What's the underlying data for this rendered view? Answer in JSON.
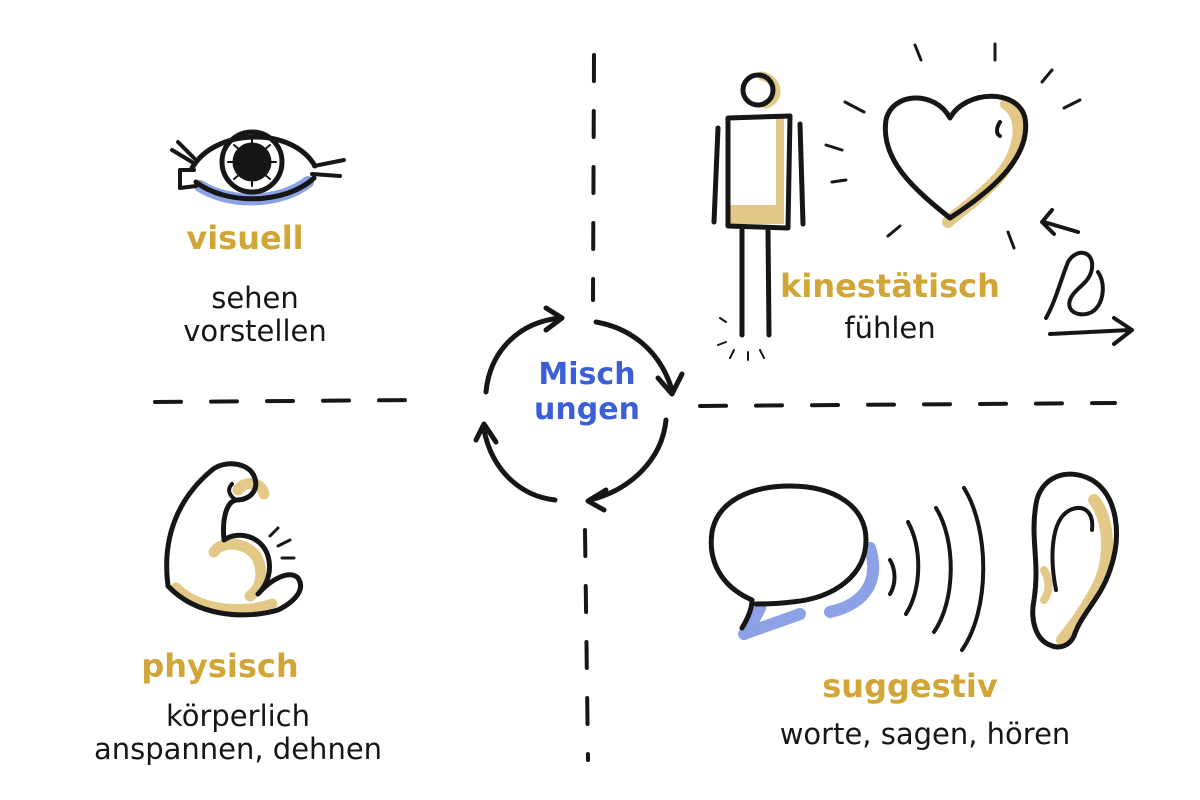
{
  "colors": {
    "ink": "#161616",
    "gold": "#e4c888",
    "gold_text": "#d1a637",
    "blue": "#8da2e6",
    "blue_text": "#3c5fd6"
  },
  "center": {
    "line1": "Misch",
    "line2": "ungen"
  },
  "quadrants": {
    "visual": {
      "icon": "eye-icon",
      "title": "visuell",
      "line1": "sehen",
      "line2": "vorstellen"
    },
    "kinesthetic": {
      "icon": "person-heart-icon",
      "title": "kinestätisch",
      "line1": "fühlen"
    },
    "physical": {
      "icon": "flexed-arm-icon",
      "title": "physisch",
      "line1": "körperlich",
      "line2": "anspannen, dehnen"
    },
    "suggestive": {
      "icon": "speech-ear-icon",
      "title": "suggestiv",
      "line1": "worte, sagen, hören"
    }
  }
}
